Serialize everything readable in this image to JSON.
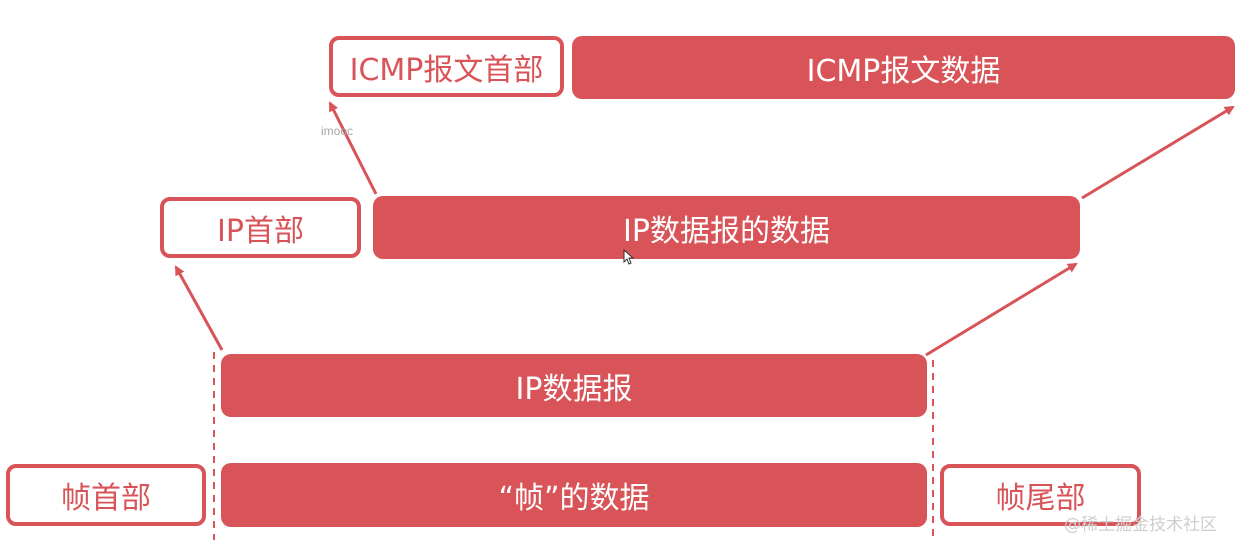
{
  "layers": {
    "icmp": {
      "header": "ICMP报文首部",
      "data": "ICMP报文数据"
    },
    "ip": {
      "header": "IP首部",
      "data": "IP数据报的数据"
    },
    "datagram": {
      "label": "IP数据报"
    },
    "frame": {
      "header": "帧首部",
      "data": "“帧”的数据",
      "trailer": "帧尾部"
    }
  },
  "watermarks": {
    "imooc": "imooc",
    "juejin": "@稀土掘金技术社区"
  },
  "colors": {
    "accent": "#d85458",
    "background": "#ffffff",
    "text_on_accent": "#ffffff"
  }
}
